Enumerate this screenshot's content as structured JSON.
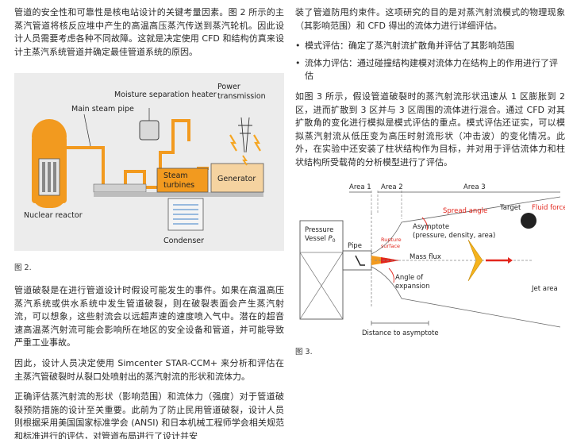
{
  "left": {
    "para1": "管道的安全性和可靠性是核电站设计的关键考量因素。图 2 所示的主蒸汽管道将核反应堆中产生的高温高压蒸汽传送到蒸汽轮机。因此设计人员需要考虑各种不同故障。这就是决定使用 CFD 和结构仿真来设计主蒸汽系统管道并确定最佳管道系统的原因。",
    "fig2_caption": "图 2.",
    "para2": "管道破裂是在进行管道设计时假设可能发生的事件。如果在高温高压蒸汽系统或供水系统中发生管道破裂，则在破裂表面会产生蒸汽射流，可以想象，这些射流会以远超声速的速度喷入气中。潜在的超音速高温蒸汽射流可能会影响所在地区的安全设备和管道，并可能导致严重工业事故。",
    "para3": "因此，设计人员决定使用 Simcenter STAR-CCM+ 来分析和评估在主蒸汽管破裂时从裂口处喷射出的蒸汽射流的形状和流体力。",
    "para4": "正确评估蒸汽射流的形状（影响范围）和流体力（强度）对于管道破裂预防措施的设计至关重要。此前为了防止民用管道破裂，设计人员则根据采用美国国家标准学会 (ANSI) 和日本机械工程师学会相关规范和标准进行的评估，对管道布局进行了设计并安"
  },
  "right": {
    "para1": "装了管道防甩约束件。这项研究的目的是对蒸汽射流模式的物理现象（其影响范围）和 CFD 得出的流体力进行详细评估。",
    "bullets": [
      "模式评估：确定了蒸汽射流扩散角并评估了其影响范围",
      "流体力评估：通过碰撞结构建模对流体力在结构上的作用进行了评估"
    ],
    "para2": "如图 3 所示，假设管道破裂时的蒸汽射流形状迅速从 1 区膨胀到 2 区，进而扩散到 3 区并与 3 区周围的流体进行混合。通过 CFD 对其扩散角的变化进行模拟是模式评估的重点。模式评估还证实，可以模拟蒸汽射流从低压变为高压时射流形状（冲击波）的变化情况。此外，在实验中还安装了柱状结构作为目标，并对用于评估流体力和柱状结构所受载荷的分析模型进行了评估。",
    "fig3_caption": "图 3."
  },
  "fig2": {
    "moisture_label": "Moisture separation heater",
    "power_label_1": "Power",
    "power_label_2": "transmission",
    "main_steam_label": "Main steam pipe",
    "steam_turbines_1": "Steam",
    "steam_turbines_2": "turbines",
    "generator_label": "Generator",
    "reactor_label": "Nuclear reactor",
    "condenser_label": "Condenser",
    "colors": {
      "pipe": "#f29a1f",
      "reactor": "#f29a1f",
      "bolt": "#f5a623",
      "bg": "#ececec"
    }
  },
  "fig3": {
    "area1": "Area 1",
    "area2": "Area 2",
    "area3": "Area 3",
    "spread_angle": "Spread angle",
    "target": "Target",
    "fluid_force": "Fluid force",
    "asymptote_1": "Asymptote",
    "asymptote_2": "(pressure, density, area)",
    "pressure_1": "Pressure",
    "pressure_2": "Vessel",
    "pressure_sym": "P",
    "pressure_sub": "0",
    "pipe": "Pipe",
    "rupture_1": "Rupture",
    "rupture_2": "surface",
    "mass_flux": "Mass flux",
    "angle_1": "Angle of",
    "angle_2": "expansion",
    "jet_area": "Jet area",
    "distance": "Distance to asymptote",
    "colors": {
      "accent": "#e2261d",
      "jet": "#f29a1f"
    }
  }
}
